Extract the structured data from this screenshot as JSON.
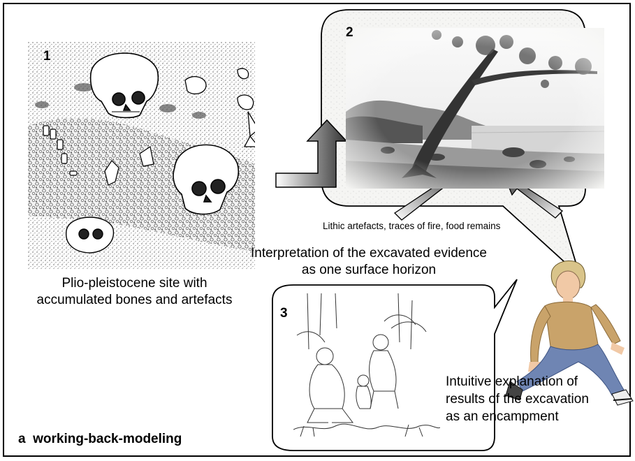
{
  "panel1": {
    "number": "1",
    "caption_line1": "Plio-pleistocene site with",
    "caption_line2": "accumulated bones and artefacts"
  },
  "panel2": {
    "number": "2",
    "evidence_label": "Lithic artefacts, traces of fire, food remains",
    "interpretation_line1": "Interpretation of the excavated evidence",
    "interpretation_line2": "as one surface horizon"
  },
  "panel3": {
    "number": "3",
    "explanation_line1": "Intuitive explanation of",
    "explanation_line2": "results of the excavation",
    "explanation_line3": "as an encampment"
  },
  "figure_label": {
    "letter": "a",
    "text": "working-back-modeling"
  }
}
